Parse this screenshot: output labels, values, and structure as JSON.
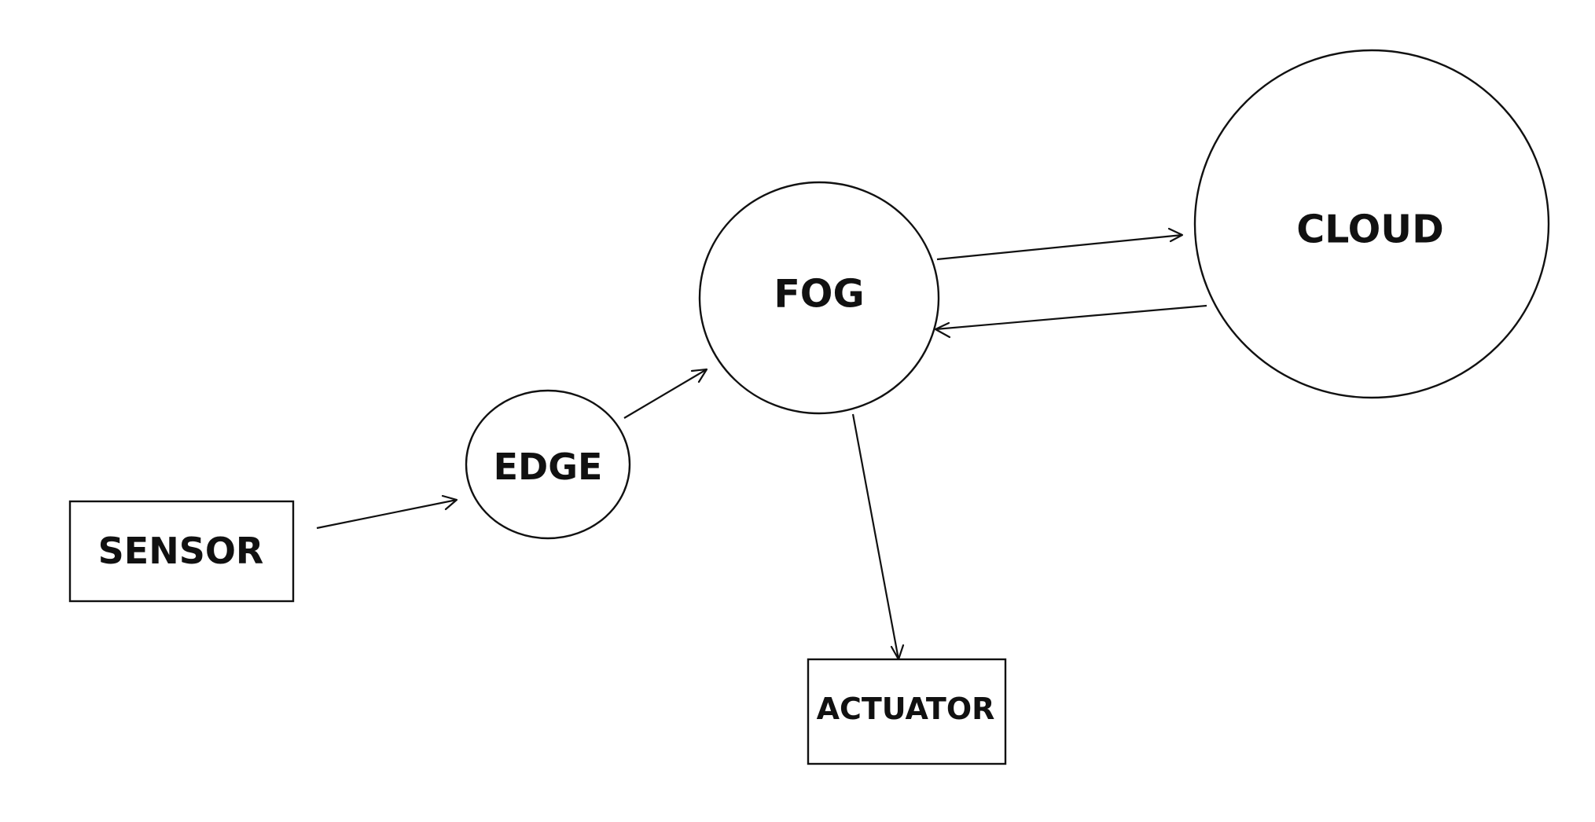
{
  "diagram": {
    "nodes": {
      "sensor": {
        "label": "SENSOR",
        "shape": "rectangle"
      },
      "edge": {
        "label": "EDGE",
        "shape": "ellipse"
      },
      "fog": {
        "label": "FOG",
        "shape": "circle"
      },
      "cloud": {
        "label": "CLOUD",
        "shape": "circle"
      },
      "actuator": {
        "label": "ACTUATOR",
        "shape": "rectangle"
      }
    },
    "edges": [
      {
        "from": "sensor",
        "to": "edge"
      },
      {
        "from": "edge",
        "to": "fog"
      },
      {
        "from": "fog",
        "to": "cloud"
      },
      {
        "from": "cloud",
        "to": "fog"
      },
      {
        "from": "fog",
        "to": "actuator"
      }
    ],
    "colors": {
      "stroke": "#111111",
      "background": "#ffffff"
    }
  }
}
